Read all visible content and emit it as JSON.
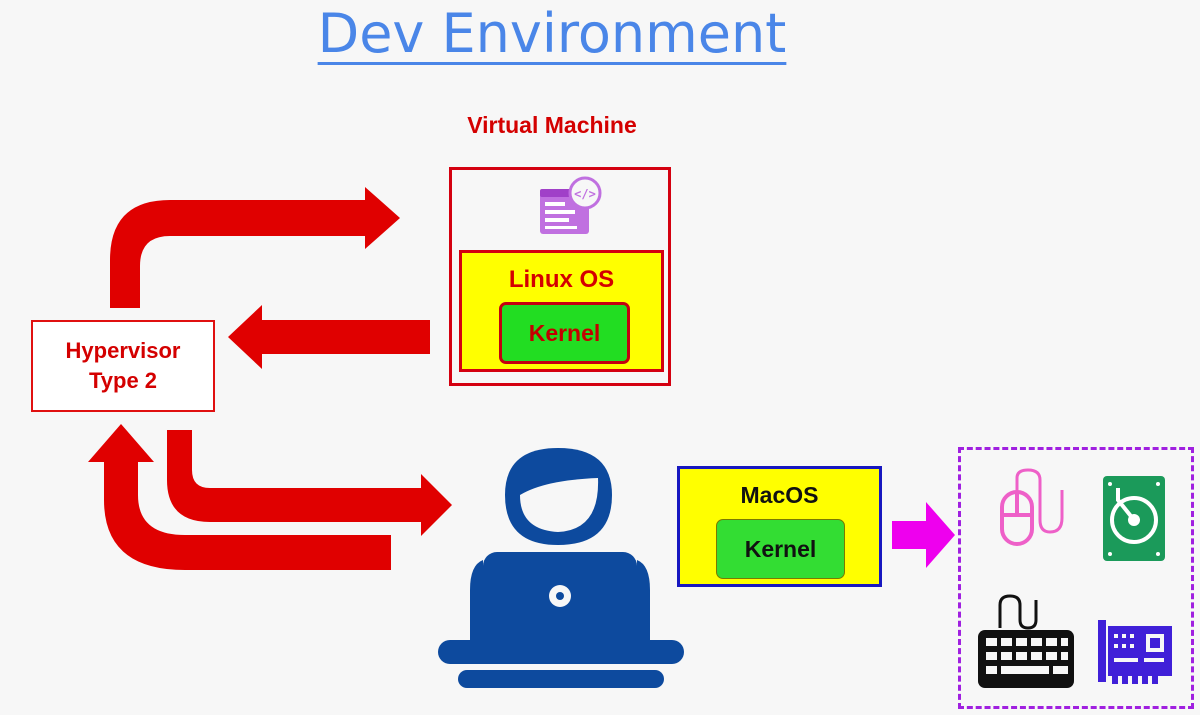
{
  "title": "Dev Environment",
  "virtual_machine": {
    "label": "Virtual Machine",
    "os_label": "Linux OS",
    "kernel_label": "Kernel"
  },
  "hypervisor": {
    "line1": "Hypervisor",
    "line2": "Type 2"
  },
  "host": {
    "os_label": "MacOS",
    "kernel_label": "Kernel"
  },
  "icons": {
    "app": "code-window-icon",
    "user": "developer-laptop-icon",
    "mouse": "mouse-icon",
    "disk": "hard-drive-icon",
    "keyboard": "keyboard-icon",
    "board": "circuit-board-icon"
  },
  "colors": {
    "title": "#4a86e8",
    "arrows": "#e00000",
    "label_red": "#d40000",
    "os_fill": "#ffff00",
    "kernel_fill": "#22dd22",
    "user_blue": "#0d4a9e",
    "hw_arrow": "#ee00ee",
    "hw_border": "#a020e0",
    "mouse": "#ee60c8",
    "disk": "#1b9a5a",
    "keyboard": "#111111",
    "board": "#4020d8"
  }
}
